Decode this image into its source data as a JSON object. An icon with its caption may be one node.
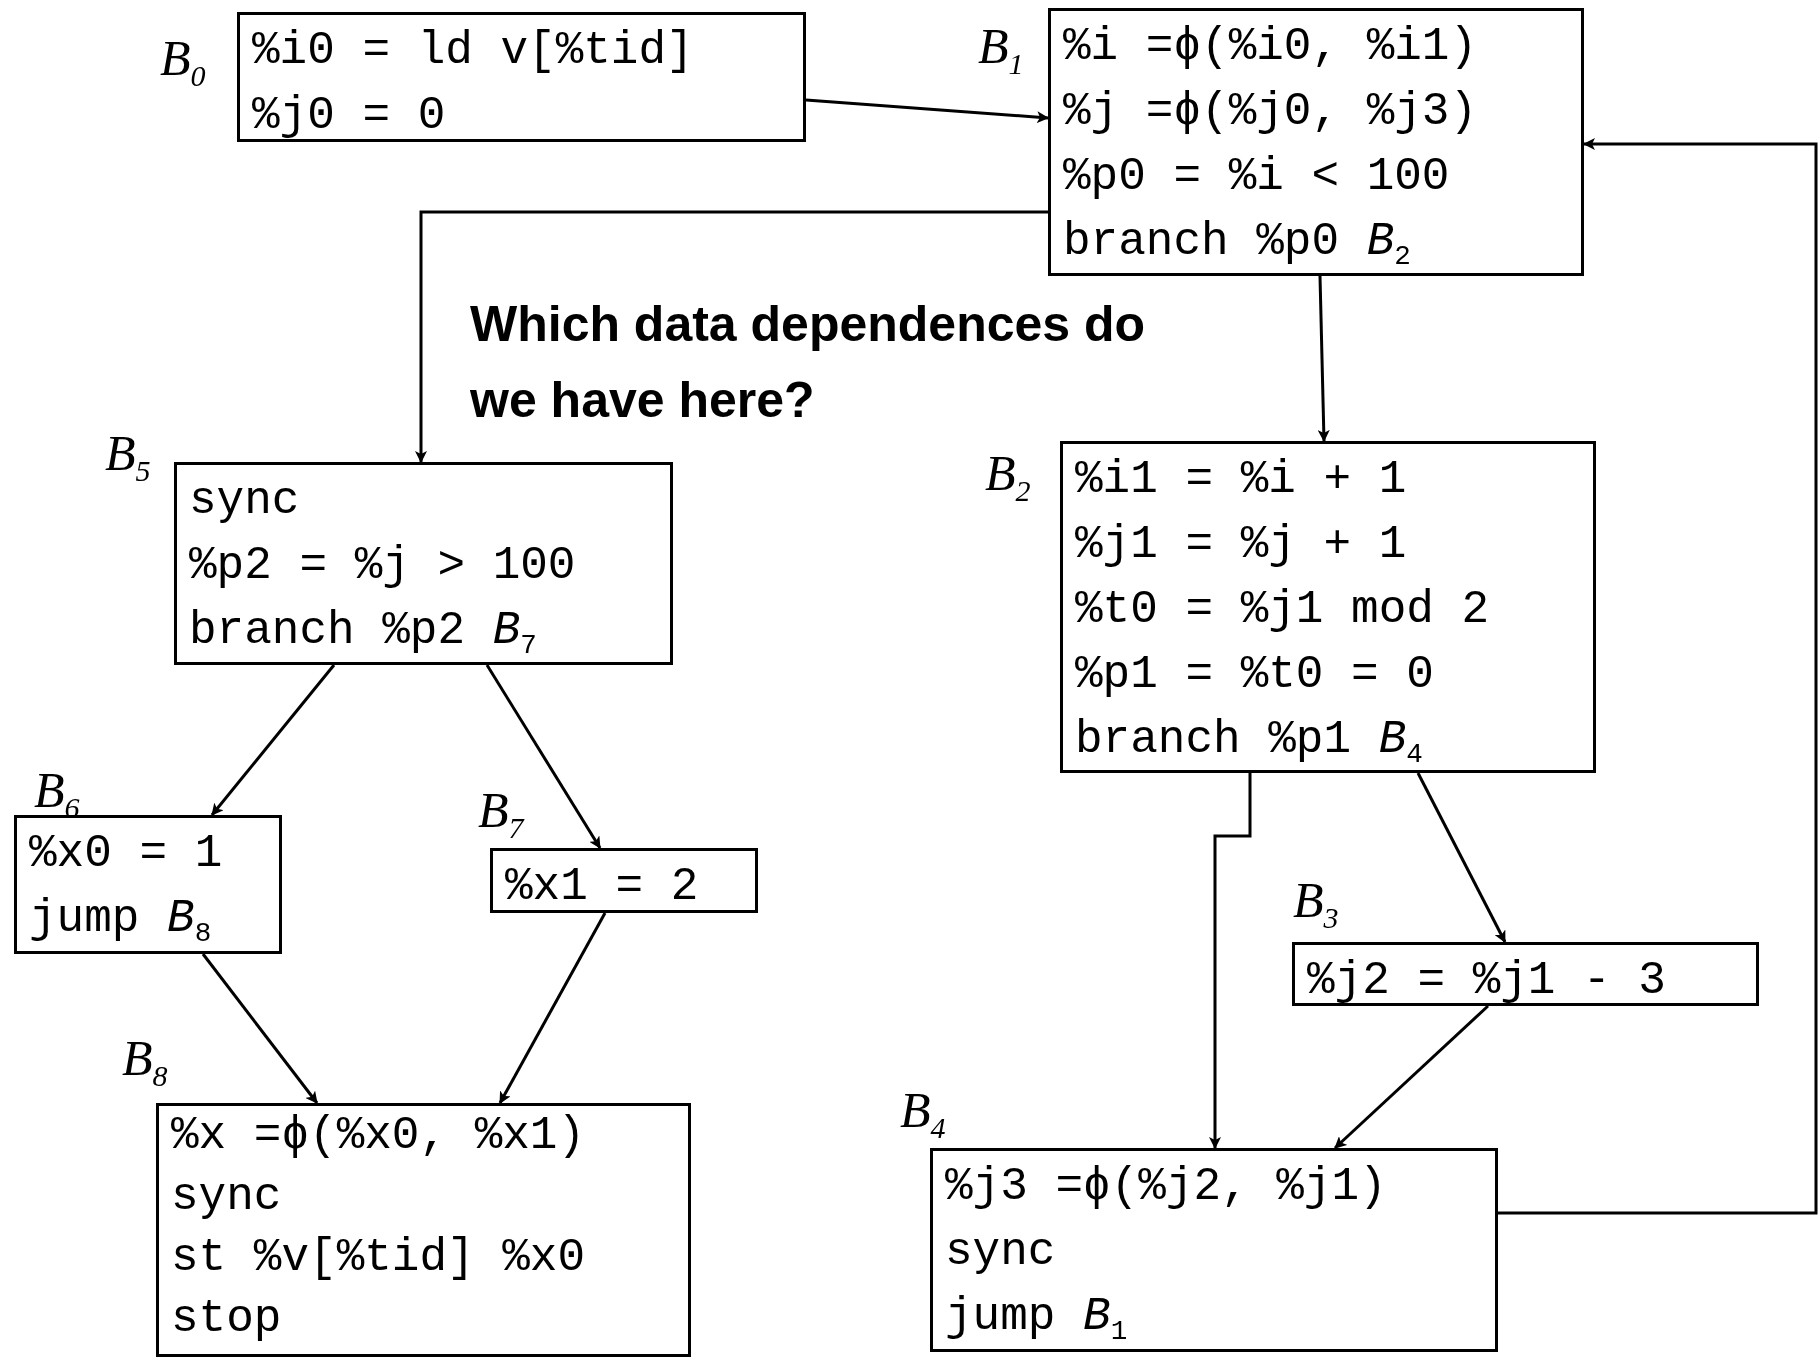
{
  "diagram": {
    "nodes": [
      {
        "text": [
          "%i0 = ld v[%tid]",
          "%j0 = 0"
        ],
        "beside": [
          "*B*$_{0}$"
        ]
      },
      {
        "text": [
          "%i =ϕ(%i0, %i1)",
          "%j =ϕ(%j0, %j3)",
          "%p0 = %i < 100",
          "branch %p0 *B*$_{2}$"
        ],
        "beside": [
          "*B*$_{1}$"
        ]
      },
      {
        "text": [
          "sync",
          "%p2 = %j > 100",
          "branch %p2 *B*$_{7}$"
        ],
        "beside": [
          "*B*$_{5}$"
        ]
      },
      {
        "text": [
          "%i1 = %i + 1",
          "%j1 = %j + 1",
          "%t0 = %j1 mod 2",
          "%p1 = %t0 = 0",
          "branch %p1 *B*$_{4}$"
        ],
        "beside": [
          "*B*$_{2}$"
        ]
      },
      {
        "text": [
          "%x0 = 1",
          "jump *B*$_{8}$"
        ],
        "beside": [
          "*B*$_{6}$"
        ]
      },
      {
        "text": [
          "%x1 = 2"
        ],
        "beside": [
          "*B*$_{7}$"
        ]
      },
      {
        "text": [
          "%j2 = %j1 - 3"
        ],
        "beside": [
          "*B*$_{3}$"
        ]
      },
      {
        "text": [
          "%x =ϕ(%x0, %x1)",
          "sync",
          "st %v[%tid] %x0",
          "stop"
        ],
        "beside": [
          "*B*$_{8}$"
        ]
      },
      {
        "text": [
          "%j3 =ϕ(%j2, %j1)",
          "sync",
          "jump *B*$_{1}$"
        ],
        "beside": [
          "*B*$_{4}$"
        ]
      }
    ],
    "edges": [
      {
        "from": 0,
        "to": 1,
        "arrow": "to"
      },
      {
        "from": 1,
        "to": 2,
        "arrow": "to"
      },
      {
        "from": 1,
        "to": 3,
        "arrow": "to"
      },
      {
        "from": 2,
        "to": 4,
        "arrow": "to"
      },
      {
        "from": 2,
        "to": 5,
        "arrow": "to"
      },
      {
        "from": 4,
        "to": 7,
        "arrow": "to"
      },
      {
        "from": 5,
        "to": 7,
        "arrow": "to"
      },
      {
        "from": 3,
        "to": 8,
        "arrow": "to"
      },
      {
        "from": 3,
        "to": 6,
        "arrow": "to"
      },
      {
        "from": 6,
        "to": 8,
        "arrow": "to"
      },
      {
        "from": 8,
        "to": 1,
        "arrow": "to"
      }
    ],
    "labels": [
      "Which data dependences do we have here?"
    ]
  }
}
